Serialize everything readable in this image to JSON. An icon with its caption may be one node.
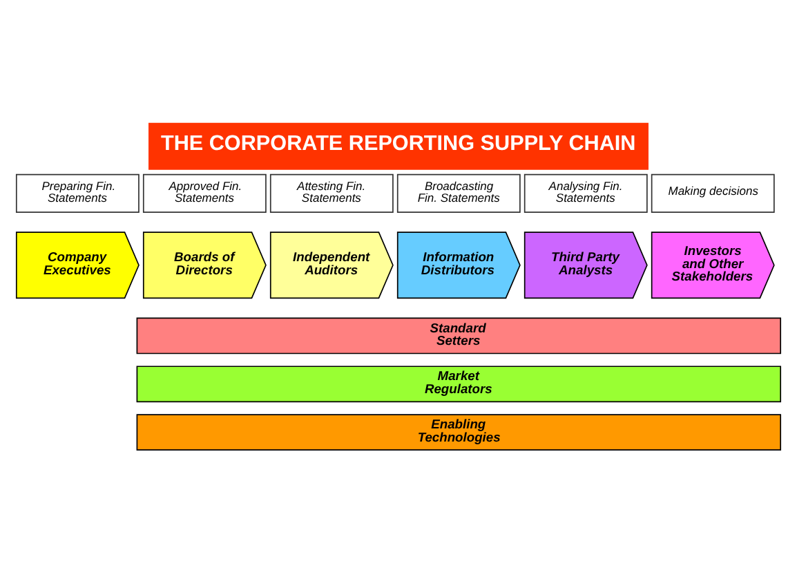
{
  "diagram": {
    "title": "THE CORPORATE REPORTING SUPPLY CHAIN",
    "nodes": [
      {
        "text": [
          "Company Executives"
        ],
        "beside": [
          "Preparing Fin. Statements"
        ]
      },
      {
        "text": [
          "Boards of Directors"
        ],
        "beside": [
          "Approved Fin. Statements"
        ]
      },
      {
        "text": [
          "Independent Auditors"
        ],
        "beside": [
          "Attesting Fin. Statements"
        ]
      },
      {
        "text": [
          "Information Distributors"
        ],
        "beside": [
          "Broadcasting Fin. Statements"
        ]
      },
      {
        "text": [
          "Third Party Analysts"
        ],
        "beside": [
          "Analysing Fin. Statements"
        ]
      },
      {
        "text": [
          "Investors and Other Stakeholders"
        ],
        "beside": [
          "Making decisions"
        ]
      },
      {
        "text": [
          "Standard Setters"
        ]
      },
      {
        "text": [
          "Market Regulators"
        ]
      },
      {
        "text": [
          "Enabling Technologies"
        ]
      }
    ],
    "edges": []
  }
}
